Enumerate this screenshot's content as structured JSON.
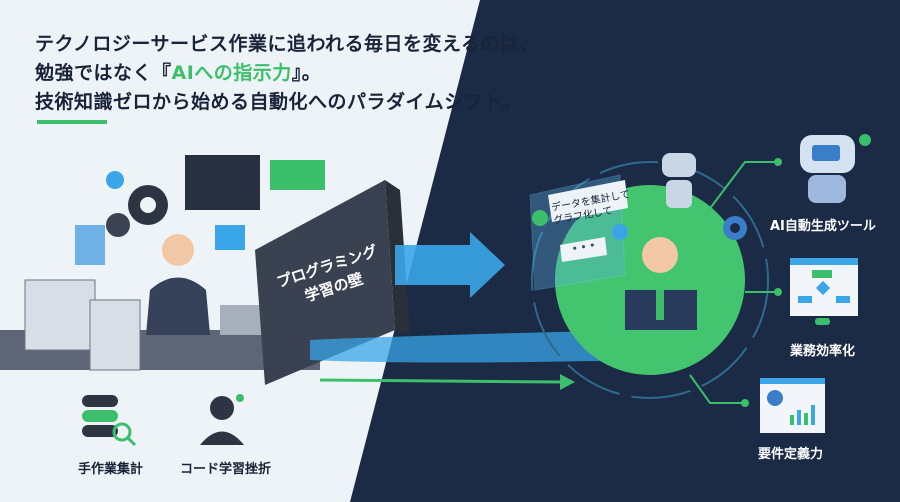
{
  "headline": {
    "line1": "テクノロジーサービス作業に追われる毎日を変えるのは、",
    "line2_prefix": "勉強ではなく『",
    "line2_accent": "AIへの指示力",
    "line2_suffix": "』。",
    "line3": "技術知識ゼロから始める自動化へのパラダイムシフト。"
  },
  "wall": {
    "line1": "プログラミング",
    "line2": "学習の壁"
  },
  "chat": {
    "line1": "データを集計して",
    "line2": "グラフ化して",
    "typing": "• • •"
  },
  "left_items": [
    {
      "icon": "database-search-icon",
      "label": "手作業集計"
    },
    {
      "icon": "confused-person-icon",
      "label": "コード学習挫折"
    }
  ],
  "right_items": [
    {
      "icon": "robot-icon",
      "label": "AI自動生成ツール"
    },
    {
      "icon": "flowchart-icon",
      "label": "業務効率化"
    },
    {
      "icon": "report-chart-icon",
      "label": "要件定義力"
    }
  ],
  "colors": {
    "accent": "#3cbf6a",
    "navy": "#1b2a45",
    "light_bg": "#eef3f8",
    "blue": "#3aa6e8"
  }
}
